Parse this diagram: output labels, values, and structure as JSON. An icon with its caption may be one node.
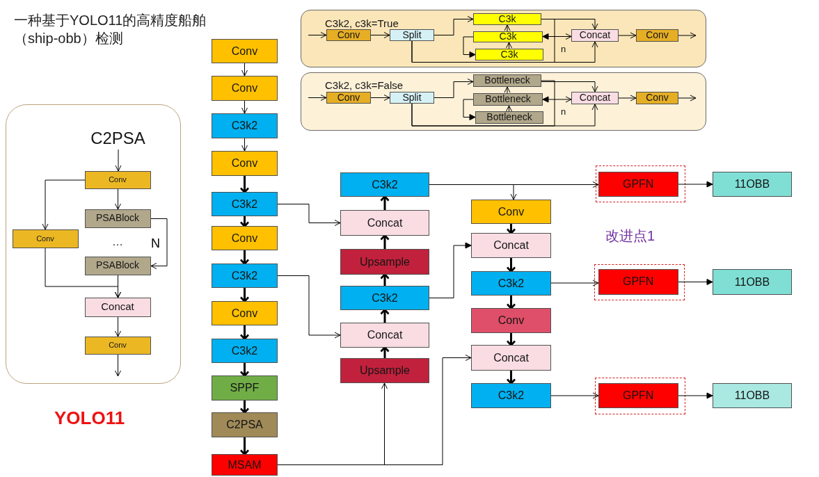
{
  "diagram": {
    "title": "一种基于YOLO11的高精度船舶（ship-obb）检测",
    "nodes": [
      {
        "text": [],
        "shape": "box"
      },
      {
        "text": [
          "C2PSA"
        ],
        "in": 0
      },
      {
        "text": [
          "Conv"
        ],
        "in": 0
      },
      {
        "text": [
          "PSABlock"
        ],
        "in": 0
      },
      {
        "text": [
          "Conv"
        ],
        "in": 0
      },
      {
        "text": [
          "PSABlock"
        ],
        "in": 0
      },
      {
        "text": [
          "Concat"
        ],
        "in": 0
      },
      {
        "text": [
          "Conv"
        ],
        "in": 0
      },
      {
        "text": [
          "Conv"
        ]
      },
      {
        "text": [
          "Conv"
        ]
      },
      {
        "text": [
          "C3k2"
        ]
      },
      {
        "text": [
          "Conv"
        ]
      },
      {
        "text": [
          "C3k2"
        ]
      },
      {
        "text": [
          "Conv"
        ]
      },
      {
        "text": [
          "C3k2"
        ]
      },
      {
        "text": [
          "Conv"
        ]
      },
      {
        "text": [
          "C3k2"
        ]
      },
      {
        "text": [
          "SPPF"
        ]
      },
      {
        "text": [
          "C2PSA"
        ]
      },
      {
        "text": [
          "MSAM"
        ]
      },
      {
        "text": [
          "C3k2, c3k=True"
        ]
      },
      {
        "text": [
          "Conv"
        ],
        "in": 20
      },
      {
        "text": [
          "Split"
        ],
        "in": 20
      },
      {
        "text": [
          "C3k"
        ],
        "in": 20
      },
      {
        "text": [
          "C3k"
        ],
        "in": 20
      },
      {
        "text": [
          "C3k"
        ],
        "in": 20
      },
      {
        "text": [
          "Concat"
        ],
        "in": 20
      },
      {
        "text": [
          "Conv"
        ],
        "in": 20
      },
      {
        "text": [
          "C3k2, c3k=False"
        ]
      },
      {
        "text": [
          "Conv"
        ],
        "in": 28
      },
      {
        "text": [
          "Split"
        ],
        "in": 28
      },
      {
        "text": [
          "Bottleneck"
        ],
        "in": 28
      },
      {
        "text": [
          "Bottleneck"
        ],
        "in": 28
      },
      {
        "text": [
          "Bottleneck"
        ],
        "in": 28
      },
      {
        "text": [
          "Concat"
        ],
        "in": 28
      },
      {
        "text": [
          "Conv"
        ],
        "in": 28
      },
      {
        "text": [
          "C3k2"
        ]
      },
      {
        "text": [
          "Concat"
        ]
      },
      {
        "text": [
          "Upsample"
        ]
      },
      {
        "text": [
          "C3k2"
        ]
      },
      {
        "text": [
          "Concat"
        ]
      },
      {
        "text": [
          "Upsample"
        ]
      },
      {
        "text": [
          "Conv"
        ]
      },
      {
        "text": [
          "Concat"
        ]
      },
      {
        "text": [
          "C3k2"
        ]
      },
      {
        "text": [
          "Conv"
        ]
      },
      {
        "text": [
          "Concat"
        ]
      },
      {
        "text": [
          "C3k2"
        ]
      },
      {
        "text": [],
        "shape": "box"
      },
      {
        "text": [
          "GPFN"
        ],
        "in": 48
      },
      {
        "text": [
          "11OBB"
        ]
      },
      {
        "text": [],
        "shape": "box"
      },
      {
        "text": [
          "GPFN"
        ],
        "in": 51
      },
      {
        "text": [
          "11OBB"
        ]
      },
      {
        "text": [],
        "shape": "box"
      },
      {
        "text": [
          "GPFN"
        ],
        "in": 54
      },
      {
        "text": [
          "11OBB"
        ]
      }
    ],
    "edges": [
      {
        "from": 1,
        "to": 2,
        "arrow": "to"
      },
      {
        "from": 2,
        "to": 3,
        "arrow": "to"
      },
      {
        "from": 2,
        "to": 4,
        "arrow": "to"
      },
      {
        "from": 3,
        "to": 5,
        "arrow": "to",
        "label": "N"
      },
      {
        "from": 5,
        "to": 6,
        "arrow": "to"
      },
      {
        "from": 4,
        "to": 6,
        "arrow": "to"
      },
      {
        "from": 6,
        "to": 7,
        "arrow": "to"
      },
      {
        "from": 7,
        "to": null,
        "arrow": "to"
      },
      {
        "from": 8,
        "to": 9,
        "arrow": "to"
      },
      {
        "from": 9,
        "to": 10,
        "arrow": "to"
      },
      {
        "from": 10,
        "to": 11,
        "arrow": "to"
      },
      {
        "from": 11,
        "to": 12,
        "arrow": "to",
        "style": "thick"
      },
      {
        "from": 12,
        "to": 13,
        "arrow": "to",
        "style": "thick"
      },
      {
        "from": 13,
        "to": 14,
        "arrow": "to",
        "style": "thick"
      },
      {
        "from": 14,
        "to": 15,
        "arrow": "to",
        "style": "thick"
      },
      {
        "from": 15,
        "to": 16,
        "arrow": "to",
        "style": "thick"
      },
      {
        "from": 16,
        "to": 17,
        "arrow": "to",
        "style": "thick"
      },
      {
        "from": 17,
        "to": 18,
        "arrow": "to",
        "style": "thick"
      },
      {
        "from": 18,
        "to": 19,
        "arrow": "to",
        "style": "thick"
      },
      {
        "from": null,
        "to": 21,
        "arrow": "to"
      },
      {
        "from": 21,
        "to": 22,
        "arrow": "to"
      },
      {
        "from": 22,
        "to": 23,
        "arrow": "to"
      },
      {
        "from": 25,
        "to": 24,
        "arrow": "to"
      },
      {
        "from": 24,
        "to": 23,
        "arrow": "to"
      },
      {
        "from": 24,
        "to": 25,
        "arrow": "to"
      },
      {
        "from": 23,
        "to": 26,
        "arrow": "to"
      },
      {
        "from": 23,
        "to": 24,
        "arrow": "to"
      },
      {
        "from": 22,
        "to": 26,
        "arrow": "to"
      },
      {
        "from": 22,
        "to": 26,
        "arrow": "to"
      },
      {
        "from": 26,
        "to": 27,
        "arrow": "to"
      },
      {
        "from": 27,
        "to": null,
        "arrow": "to"
      },
      {
        "from": null,
        "to": 29,
        "arrow": "to"
      },
      {
        "from": 29,
        "to": 30,
        "arrow": "to"
      },
      {
        "from": 30,
        "to": 31,
        "arrow": "to"
      },
      {
        "from": 33,
        "to": 32,
        "arrow": "to"
      },
      {
        "from": 32,
        "to": 31,
        "arrow": "to"
      },
      {
        "from": 32,
        "to": 33,
        "arrow": "to"
      },
      {
        "from": 31,
        "to": 34,
        "arrow": "to"
      },
      {
        "from": 31,
        "to": 32,
        "arrow": "to"
      },
      {
        "from": 30,
        "to": 34,
        "arrow": "to"
      },
      {
        "from": 30,
        "to": 34,
        "arrow": "to"
      },
      {
        "from": 34,
        "to": 35,
        "arrow": "to"
      },
      {
        "from": 35,
        "to": null,
        "arrow": "to"
      },
      {
        "from": 12,
        "to": 37,
        "arrow": "to"
      },
      {
        "from": 14,
        "to": 40,
        "arrow": "to"
      },
      {
        "from": 19,
        "to": 41,
        "arrow": "to"
      },
      {
        "from": 19,
        "to": 46,
        "arrow": "to"
      },
      {
        "from": 41,
        "to": 40,
        "arrow": "to",
        "style": "thick"
      },
      {
        "from": 40,
        "to": 39,
        "arrow": "to",
        "style": "thick"
      },
      {
        "from": 39,
        "to": 38,
        "arrow": "to",
        "style": "thick"
      },
      {
        "from": 38,
        "to": 37,
        "arrow": "to",
        "style": "thick"
      },
      {
        "from": 37,
        "to": 36,
        "arrow": "to",
        "style": "thick"
      },
      {
        "from": 39,
        "to": 43,
        "arrow": "to"
      },
      {
        "from": 36,
        "to": 49,
        "arrow": "to"
      },
      {
        "from": 36,
        "to": 42,
        "arrow": "to"
      },
      {
        "from": 42,
        "to": 43,
        "arrow": "to",
        "style": "thick"
      },
      {
        "from": 43,
        "to": 44,
        "arrow": "to",
        "style": "thick"
      },
      {
        "from": 44,
        "to": 45,
        "arrow": "to",
        "style": "thick"
      },
      {
        "from": 45,
        "to": 46,
        "arrow": "to",
        "style": "thick"
      },
      {
        "from": 46,
        "to": 47,
        "arrow": "to",
        "style": "thick"
      },
      {
        "from": 44,
        "to": 52,
        "arrow": "to"
      },
      {
        "from": 47,
        "to": 55,
        "arrow": "to"
      },
      {
        "from": 49,
        "to": 50,
        "arrow": "to"
      },
      {
        "from": 52,
        "to": 53,
        "arrow": "to"
      },
      {
        "from": 55,
        "to": 56,
        "arrow": "to"
      }
    ],
    "labels": [
      "n",
      "n",
      "改进点1",
      "…",
      "YOLO11"
    ]
  }
}
